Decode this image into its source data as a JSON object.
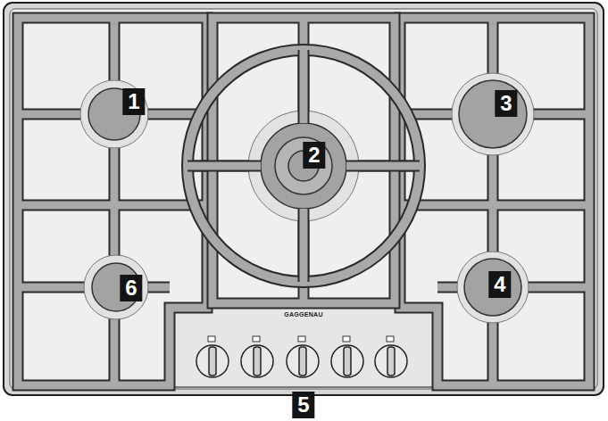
{
  "diagram": {
    "labels": [
      "1",
      "2",
      "3",
      "6",
      "4",
      "GAGGENAU",
      "5"
    ]
  }
}
